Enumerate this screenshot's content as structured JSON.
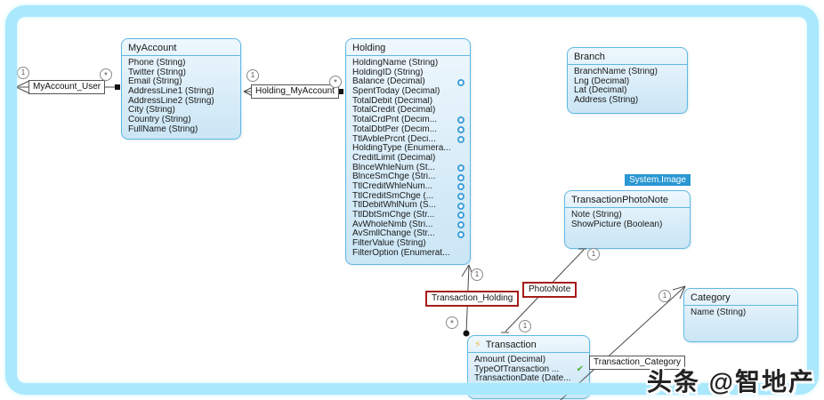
{
  "diagram": {
    "entities": [
      {
        "id": "myaccount",
        "title": "MyAccount",
        "fields": [
          {
            "text": "Phone (String)"
          },
          {
            "text": "Twitter (String)"
          },
          {
            "text": "Email (String)"
          },
          {
            "text": "AddressLine1 (String)"
          },
          {
            "text": "AddressLine2 (String)"
          },
          {
            "text": "City (String)"
          },
          {
            "text": "Country (String)"
          },
          {
            "text": "FullName (String)"
          }
        ]
      },
      {
        "id": "holding",
        "title": "Holding",
        "fields": [
          {
            "text": "HoldingName (String)"
          },
          {
            "text": "HoldingID (String)"
          },
          {
            "text": "Balance (Decimal)",
            "icon": "blue-dot-icon"
          },
          {
            "text": "SpentToday (Decimal)"
          },
          {
            "text": "TotalDebit (Decimal)"
          },
          {
            "text": "TotalCredit (Decimal)"
          },
          {
            "text": "TotalCrdPnt (Decim...",
            "icon": "blue-dot-icon"
          },
          {
            "text": "TotalDbtPer (Decim...",
            "icon": "blue-dot-icon"
          },
          {
            "text": "TtlAvblePrcnt (Deci...",
            "icon": "blue-dot-icon"
          },
          {
            "text": "HoldingType (Enumera..."
          },
          {
            "text": "CreditLimit (Decimal)"
          },
          {
            "text": "BlnceWhleNum (St...",
            "icon": "blue-dot-icon"
          },
          {
            "text": "BlnceSmChge (Stri...",
            "icon": "blue-dot-icon"
          },
          {
            "text": "TtlCreditWhleNum...",
            "icon": "blue-dot-icon"
          },
          {
            "text": "TtlCreditSmChge (...",
            "icon": "blue-dot-icon"
          },
          {
            "text": "TtlDebitWhlNum (S...",
            "icon": "blue-dot-icon"
          },
          {
            "text": "TtlDbtSmChge (Str...",
            "icon": "blue-dot-icon"
          },
          {
            "text": "AvWholeNmb (Stri...",
            "icon": "blue-dot-icon"
          },
          {
            "text": "AvSmllChange (Str...",
            "icon": "blue-dot-icon"
          },
          {
            "text": "FilterValue (String)"
          },
          {
            "text": "FilterOption (Enumerat..."
          }
        ]
      },
      {
        "id": "branch",
        "title": "Branch",
        "fields": [
          {
            "text": "BranchName (String)"
          },
          {
            "text": "Lng (Decimal)"
          },
          {
            "text": "Lat (Decimal)"
          },
          {
            "text": "Address (String)"
          }
        ]
      },
      {
        "id": "transactionphotonote",
        "title": "TransactionPhotoNote",
        "fields": [
          {
            "text": "Note (String)"
          },
          {
            "text": "ShowPicture (Boolean)"
          }
        ]
      },
      {
        "id": "category",
        "title": "Category",
        "fields": [
          {
            "text": "Name (String)"
          }
        ]
      },
      {
        "id": "transaction",
        "title": "Transaction",
        "header_icon": "lightning-icon",
        "fields": [
          {
            "text": "Amount (Decimal)"
          },
          {
            "text": "TypeOfTransaction ...",
            "icon": "green-check-icon"
          },
          {
            "text": "TransactionDate (Date..."
          }
        ]
      }
    ],
    "relationships": [
      {
        "label": "MyAccount_User",
        "highlight": false,
        "multiplicities": [
          "1",
          "*"
        ]
      },
      {
        "label": "Holding_MyAccount",
        "highlight": false,
        "multiplicities": [
          "1",
          "*"
        ]
      },
      {
        "label": "Transaction_Holding",
        "highlight": true,
        "multiplicities": [
          "1",
          "*"
        ]
      },
      {
        "label": "PhotoNote",
        "highlight": true,
        "multiplicities": [
          "1",
          "1"
        ]
      },
      {
        "label": "Transaction_Category",
        "highlight": false,
        "multiplicities": [
          "1"
        ]
      }
    ]
  },
  "overlays": {
    "system_image_tag": "System.Image"
  },
  "watermark": {
    "text": "头条 @智地产"
  },
  "colors": {
    "entity_border": "#5fb8e3",
    "entity_fill_top": "#eef7fd",
    "entity_fill_bottom": "#cbe6f6",
    "tag_bg": "#2a96d2",
    "error_label_border": "#a61c1c",
    "frame_cyan": "#a9e8fd",
    "field_icon_blue": "#3f9fd8",
    "check_green": "#45b035",
    "lightning_yellow": "#f5b945"
  }
}
